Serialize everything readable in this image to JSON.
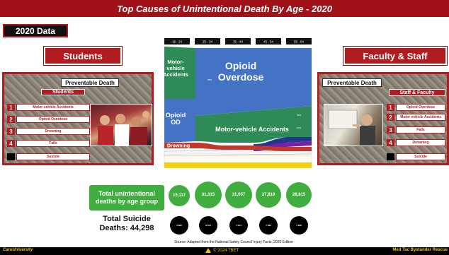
{
  "title": "Top Causes of Unintentional Death By Age - 2020",
  "year_badge": "2020 Data",
  "students": {
    "header": "Students",
    "panel_title": "Preventable Death",
    "panel_sub": "Students",
    "items": [
      {
        "num": "1",
        "label": "Motor-vehicle Accidents"
      },
      {
        "num": "2",
        "label": "Opioid Overdose"
      },
      {
        "num": "3",
        "label": "Drowning"
      },
      {
        "num": "4",
        "label": "Falls"
      },
      {
        "num": "",
        "label": "Suicide"
      }
    ]
  },
  "faculty": {
    "header": "Faculty & Staff",
    "panel_title": "Preventable Death",
    "panel_sub": "Staff & Faculty",
    "items": [
      {
        "num": "1",
        "label": "Opioid Overdose"
      },
      {
        "num": "2",
        "label": "Motor-vehicle Accidents"
      },
      {
        "num": "3",
        "label": "Falls"
      },
      {
        "num": "4",
        "label": "Drowning"
      },
      {
        "num": "",
        "label": "Suicide"
      }
    ]
  },
  "chart_data": {
    "type": "area",
    "categories": [
      "15 - 24",
      "25 - 34",
      "35 - 44",
      "45 - 54",
      "55 - 64"
    ],
    "band_labels": {
      "motor_vehicle": "Motor-vehicle Accidents",
      "opioid": "Opioid Overdose",
      "opioid_od": "Opioid OD",
      "motor_vehicle_accidents": "Motor-vehicle Accidents",
      "drowning": "Drowning"
    },
    "totals_label": "Total unintentional deaths by age group",
    "totals": [
      "15,117",
      "31,315",
      "31,057",
      "27,819",
      "28,815"
    ],
    "suicide_label": "Total Suicide Deaths: 44,298",
    "suicide": [
      "5,882",
      "8,454",
      "7,314",
      "7,586",
      "7,968"
    ],
    "colors": {
      "opioid": "#4472c4",
      "motor_vehicle": "#2e8b57",
      "drowning": "#c0392b",
      "yellow": "#f1d20f",
      "total": "#3fae3f"
    }
  },
  "source": "Source: Adapted from the National Safety Council Injury Facts, 2020 Edition",
  "footer": {
    "left": "CareUniversity",
    "center": "© 2024 TBET",
    "right": "Med Tac Bystander Rescue"
  }
}
